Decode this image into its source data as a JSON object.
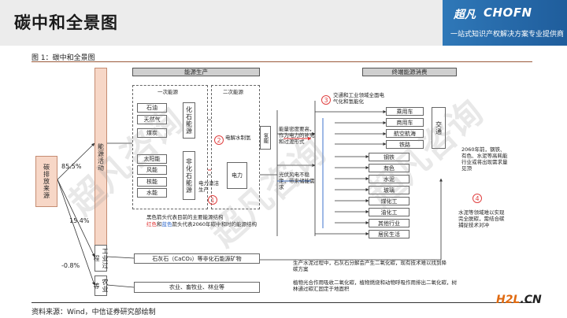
{
  "header": {
    "title": "碳中和全景图",
    "brand_cn": "超凡",
    "brand_en": "CHOFN",
    "brand_sub": "一站式知识产权解决方案专业提供商"
  },
  "figure_title": "图 1：碳中和全景图",
  "source": "资料来源：Wind，中信证券研究部绘制",
  "left": {
    "root": "碳排放来源",
    "branch_energy": "能源活动",
    "branch_industry": "工业过程",
    "branch_agri": "农业等",
    "pct_energy": "85.5%",
    "pct_industry": "15.4%",
    "pct_agri": "-0.8%"
  },
  "production": {
    "header": "能源生产",
    "primary": "一次能源",
    "secondary": "二次能源",
    "fossil_label": "化石能源",
    "nonfossil_label": "非化石能源",
    "fossil_items": [
      "石油",
      "天然气",
      "煤炭"
    ],
    "nonfossil_items": [
      "太阳能",
      "风能",
      "核能",
      "水能"
    ],
    "hydrogen": "氢能",
    "electrolysis": "电解水制氢",
    "power": "电力",
    "clean_power": "电力清洁生产",
    "note_colors_1": "黑色箭头代表目前的主要能源结构",
    "note_red": "红色",
    "note_and": "和",
    "note_blue": "蓝色",
    "note_colors_2": "箭头代表2060年碳中和时的能源结构"
  },
  "consumption": {
    "header": "终端能源消费",
    "transport_label": "交通",
    "transport_items": [
      "乘用车",
      "商用车",
      "航空航海",
      "铁路"
    ],
    "industry_items": [
      "钢铁",
      "有色",
      "水泥",
      "玻璃",
      "煤化工",
      "油化工",
      "其他行业",
      "居民生活"
    ]
  },
  "notes": {
    "n1": "1",
    "n2": "2",
    "n3": "3",
    "n4": "4",
    "transport_note": "交通和工业领域全面电气化和氢能化",
    "storage_note": "能量密度要高，作为电力的补充和过渡形式",
    "renewable_note": "光伏风电不稳定，带来储能需求",
    "metals_note": "2060年前，钢铁、有色、水泥等高耗能行业或将出现需求量见顶",
    "cement_note": "水泥等领域难以实现完全脱碳，需结合碳捕捉技术对冲",
    "limestone": "石灰石（CaCO₃）等非化石能源矿物",
    "limestone_note": "生产水泥过程中，石灰石分解会产生二氧化碳，现有技术难以找到降碳方案",
    "agri": "农业、畜牧业、林业等",
    "agri_note": "植物光合作用吸收二氧化碳，植物燃烧和动物呼吸作用排出二氧化碳，树林通过碳汇固定于地面积"
  },
  "watermark": "超凡咨询",
  "footer_logo_a": "H2L",
  "footer_logo_b": ".CN"
}
